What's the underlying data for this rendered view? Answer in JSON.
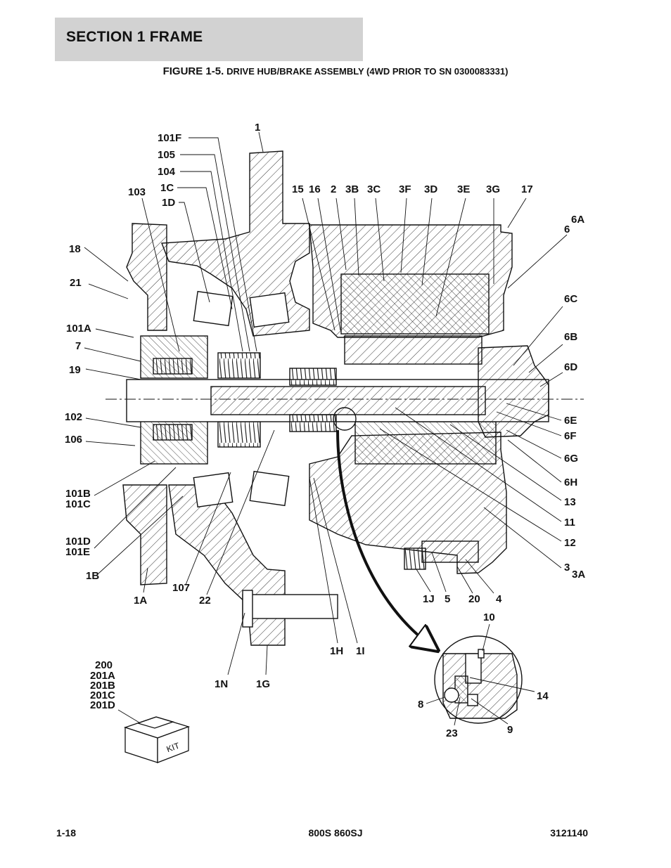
{
  "header": {
    "section": "SECTION 1  FRAME"
  },
  "figure": {
    "number": "FIGURE 1-5.",
    "title": "DRIVE HUB/BRAKE ASSEMBLY (4WD PRIOR TO SN 0300083331)"
  },
  "callouts": [
    "1",
    "101F",
    "105",
    "104",
    "1C",
    "1D",
    "103",
    "18",
    "21",
    "101A",
    "7",
    "19",
    "102",
    "106",
    "101B",
    "101C",
    "101D",
    "101E",
    "1B",
    "1A",
    "107",
    "22",
    "15",
    "16",
    "2",
    "3B",
    "3C",
    "3F",
    "3D",
    "3E",
    "3G",
    "17",
    "6A",
    "6",
    "6C",
    "6B",
    "6D",
    "6E",
    "6F",
    "6G",
    "6H",
    "13",
    "11",
    "12",
    "3",
    "3A",
    "1J",
    "5",
    "20",
    "4",
    "10",
    "14",
    "8",
    "9",
    "23",
    "1H",
    "1I",
    "1N",
    "1G",
    "200",
    "201A",
    "201B",
    "201C",
    "201D"
  ],
  "kit_label": "KIT",
  "footer": {
    "page": "1-18",
    "model": "800S 860SJ",
    "doc_number": "3121140"
  }
}
